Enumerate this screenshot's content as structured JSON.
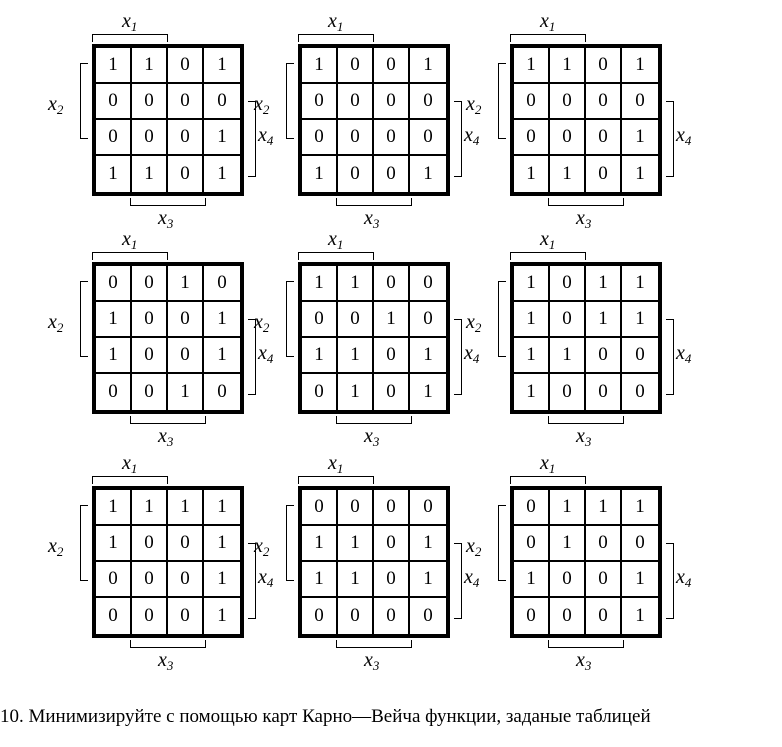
{
  "caption": "10. Минимизируйте с помощью карт Карно—Вейча функции, заданые таблицей",
  "labels": {
    "var": "x",
    "x1": "1",
    "x2": "2",
    "x3": "3",
    "x4": "4"
  },
  "maps": [
    {
      "rows": [
        [
          "1",
          "1",
          "0",
          "1"
        ],
        [
          "0",
          "0",
          "0",
          "0"
        ],
        [
          "0",
          "0",
          "0",
          "1"
        ],
        [
          "1",
          "1",
          "0",
          "1"
        ]
      ]
    },
    {
      "rows": [
        [
          "1",
          "0",
          "0",
          "1"
        ],
        [
          "0",
          "0",
          "0",
          "0"
        ],
        [
          "0",
          "0",
          "0",
          "0"
        ],
        [
          "1",
          "0",
          "0",
          "1"
        ]
      ]
    },
    {
      "rows": [
        [
          "1",
          "1",
          "0",
          "1"
        ],
        [
          "0",
          "0",
          "0",
          "0"
        ],
        [
          "0",
          "0",
          "0",
          "1"
        ],
        [
          "1",
          "1",
          "0",
          "1"
        ]
      ]
    },
    {
      "rows": [
        [
          "0",
          "0",
          "1",
          "0"
        ],
        [
          "1",
          "0",
          "0",
          "1"
        ],
        [
          "1",
          "0",
          "0",
          "1"
        ],
        [
          "0",
          "0",
          "1",
          "0"
        ]
      ]
    },
    {
      "rows": [
        [
          "1",
          "1",
          "0",
          "0"
        ],
        [
          "0",
          "0",
          "1",
          "0"
        ],
        [
          "1",
          "1",
          "0",
          "1"
        ],
        [
          "0",
          "1",
          "0",
          "1"
        ]
      ]
    },
    {
      "rows": [
        [
          "1",
          "0",
          "1",
          "1"
        ],
        [
          "1",
          "0",
          "1",
          "1"
        ],
        [
          "1",
          "1",
          "0",
          "0"
        ],
        [
          "1",
          "0",
          "0",
          "0"
        ]
      ]
    },
    {
      "rows": [
        [
          "1",
          "1",
          "1",
          "1"
        ],
        [
          "1",
          "0",
          "0",
          "1"
        ],
        [
          "0",
          "0",
          "0",
          "1"
        ],
        [
          "0",
          "0",
          "0",
          "1"
        ]
      ]
    },
    {
      "rows": [
        [
          "0",
          "0",
          "0",
          "0"
        ],
        [
          "1",
          "1",
          "0",
          "1"
        ],
        [
          "1",
          "1",
          "0",
          "1"
        ],
        [
          "0",
          "0",
          "0",
          "0"
        ]
      ]
    },
    {
      "rows": [
        [
          "0",
          "1",
          "1",
          "1"
        ],
        [
          "0",
          "1",
          "0",
          "0"
        ],
        [
          "1",
          "0",
          "0",
          "1"
        ],
        [
          "0",
          "0",
          "0",
          "1"
        ]
      ]
    }
  ]
}
